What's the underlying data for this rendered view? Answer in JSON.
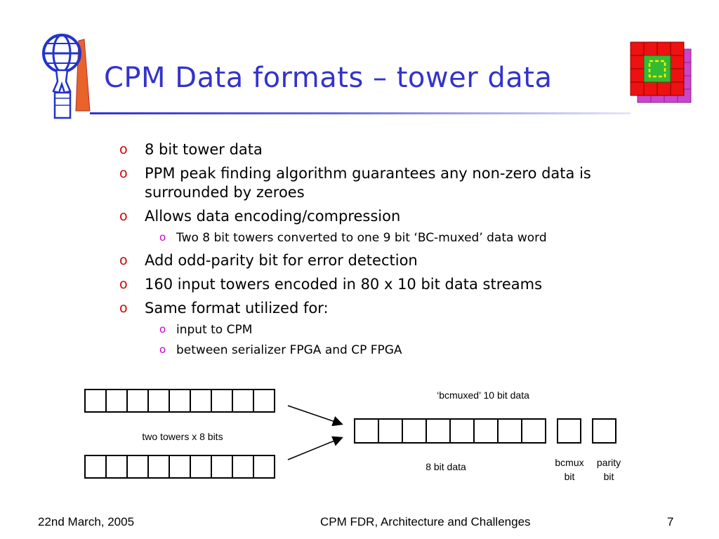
{
  "slide": {
    "title": "CPM Data formats – tower data",
    "bullets": [
      {
        "level": 1,
        "marker": "o",
        "text": "8 bit tower data"
      },
      {
        "level": 1,
        "marker": "o",
        "text": "PPM peak finding algorithm guarantees any non-zero data is surrounded by zeroes"
      },
      {
        "level": 1,
        "marker": "o",
        "text": "Allows data encoding/compression"
      },
      {
        "level": 2,
        "marker": "o",
        "text": "Two 8 bit towers converted to one 9 bit ‘BC-muxed’ data word"
      },
      {
        "level": 1,
        "marker": "o",
        "text": "Add odd-parity bit for error detection"
      },
      {
        "level": 1,
        "marker": "o",
        "text": "160 input towers encoded in 80 x 10 bit data streams"
      },
      {
        "level": 1,
        "marker": "o",
        "text": "Same format utilized for:"
      },
      {
        "level": 2,
        "marker": "o",
        "text": "input to CPM"
      },
      {
        "level": 2,
        "marker": "o",
        "text": "between serializer FPGA and CP FPGA"
      }
    ]
  },
  "diagram": {
    "input_label": "two towers x 8 bits",
    "output_title": "‘bcmuxed’ 10 bit data",
    "data_label": "8 bit data",
    "bcmux_label_line1": "bcmux",
    "bcmux_label_line2": "bit",
    "parity_label_line1": "parity",
    "parity_label_line2": "bit"
  },
  "footer": {
    "date": "22nd March, 2005",
    "center": "CPM FDR, Architecture and Challenges",
    "page": "7"
  },
  "colors": {
    "title": "#3333cc",
    "level1_marker": "#cc0000",
    "level2_marker": "#cc00cc"
  }
}
